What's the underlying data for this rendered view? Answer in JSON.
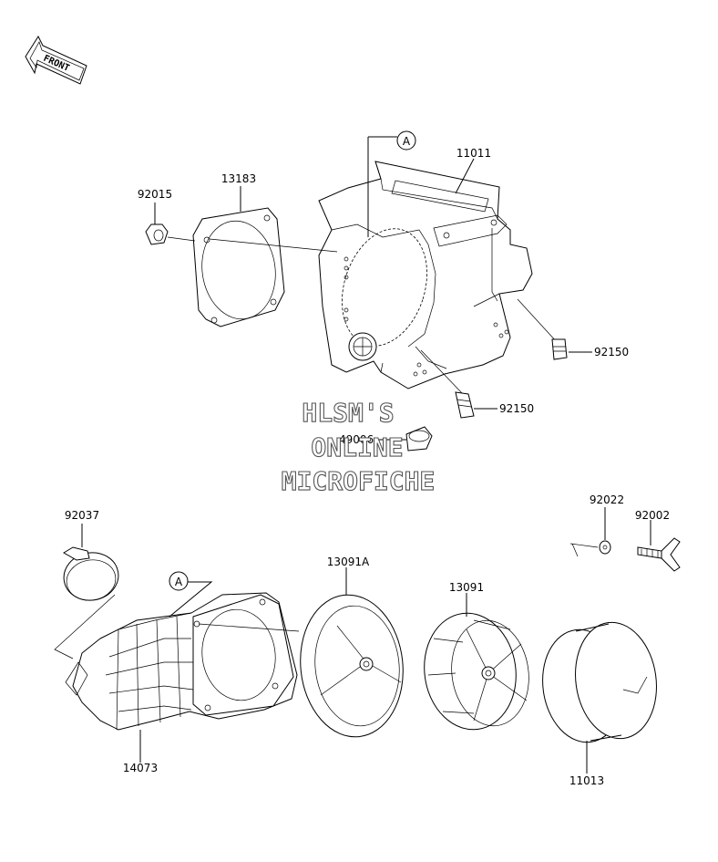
{
  "orientation": {
    "front_label": "FRONT"
  },
  "ref_marks": {
    "top": "A",
    "bottom": "A"
  },
  "parts": {
    "p11011": "11011",
    "p92015": "92015",
    "p13183": "13183",
    "p92150_upper": "92150",
    "p92150_lower": "92150",
    "p49006": "49006",
    "p92037": "92037",
    "p13091A": "13091A",
    "p13091": "13091",
    "p92022": "92022",
    "p92002": "92002",
    "p14073": "14073",
    "p11013": "11013"
  },
  "watermark": {
    "line1": "HLSM'S",
    "line2": "ONLINE",
    "line3": "MICROFICHE"
  }
}
